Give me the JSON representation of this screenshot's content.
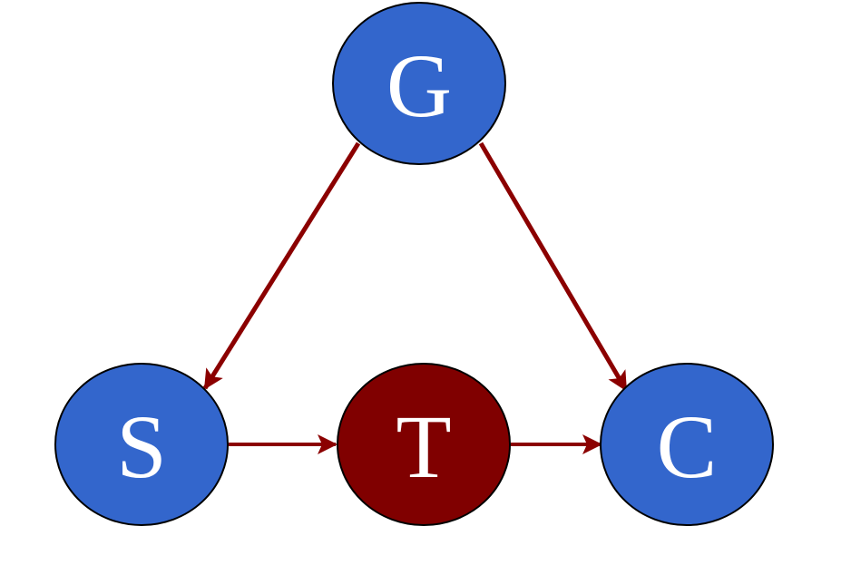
{
  "colors": {
    "node_blue": "#3366CC",
    "node_red": "#800000",
    "edge": "#8B0000",
    "outline": "#000000",
    "label": "#ffffff",
    "background": "#ffffff"
  },
  "nodes": [
    {
      "id": "G",
      "label": "G",
      "fill": "#3366CC"
    },
    {
      "id": "S",
      "label": "S",
      "fill": "#3366CC"
    },
    {
      "id": "T",
      "label": "T",
      "fill": "#800000"
    },
    {
      "id": "C",
      "label": "C",
      "fill": "#3366CC"
    }
  ],
  "edges": [
    {
      "from": "G",
      "to": "S"
    },
    {
      "from": "G",
      "to": "C"
    },
    {
      "from": "S",
      "to": "T"
    },
    {
      "from": "T",
      "to": "C"
    }
  ]
}
